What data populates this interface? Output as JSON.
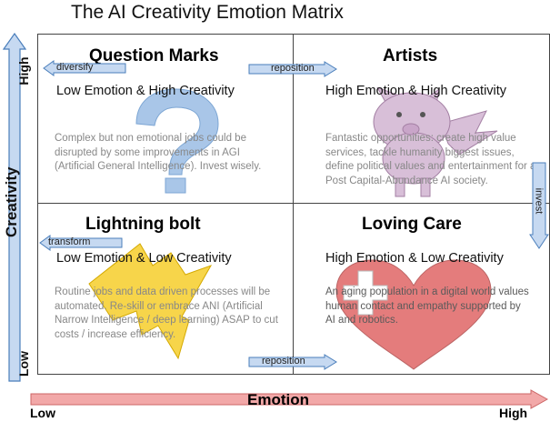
{
  "title": "The AI Creativity Emotion Matrix",
  "y_axis": {
    "label": "Creativity",
    "high": "High",
    "low": "Low"
  },
  "x_axis": {
    "label": "Emotion",
    "low": "Low",
    "high": "High"
  },
  "quadrants": {
    "question_marks": {
      "heading": "Question Marks",
      "subtitle": "Low Emotion & High Creativity",
      "description": "Complex but non emotional jobs could be disrupted by some improvements in AGI (Artificial General Intelligence). Invest wisely."
    },
    "artists": {
      "heading": "Artists",
      "subtitle": "High Emotion & High Creativity",
      "description": "Fantastic opportunities: create high value services, tackle humanity biggest issues, define political values and entertainment for a Post Capital-Abundance AI society."
    },
    "lightning_bolt": {
      "heading": "Lightning bolt",
      "subtitle": "Low Emotion & Low Creativity",
      "description": "Routine jobs and data driven processes will be automated. Re-skill or embrace ANI (Artificial Narrow Intelligence / deep learning) ASAP to cut costs / increase efficiency."
    },
    "loving_care": {
      "heading": "Loving Care",
      "subtitle": "High Emotion & Low Creativity",
      "description": "An aging population in a digital world values human contact and empathy supported by AI and robotics."
    }
  },
  "arrows": {
    "diversify": "diversify",
    "reposition_top": "reposition",
    "invest": "invest",
    "transform": "transform",
    "reposition_bottom": "reposition"
  },
  "colors": {
    "blue_arrow_fill": "#c6d9f1",
    "blue_arrow_stroke": "#4a7ebb",
    "red_arrow_fill": "#f2a8a8",
    "question_mark": "#a9c6e8",
    "pig": "#d8bfd8",
    "bolt": "#f7d54a",
    "heart": "#e06666"
  }
}
